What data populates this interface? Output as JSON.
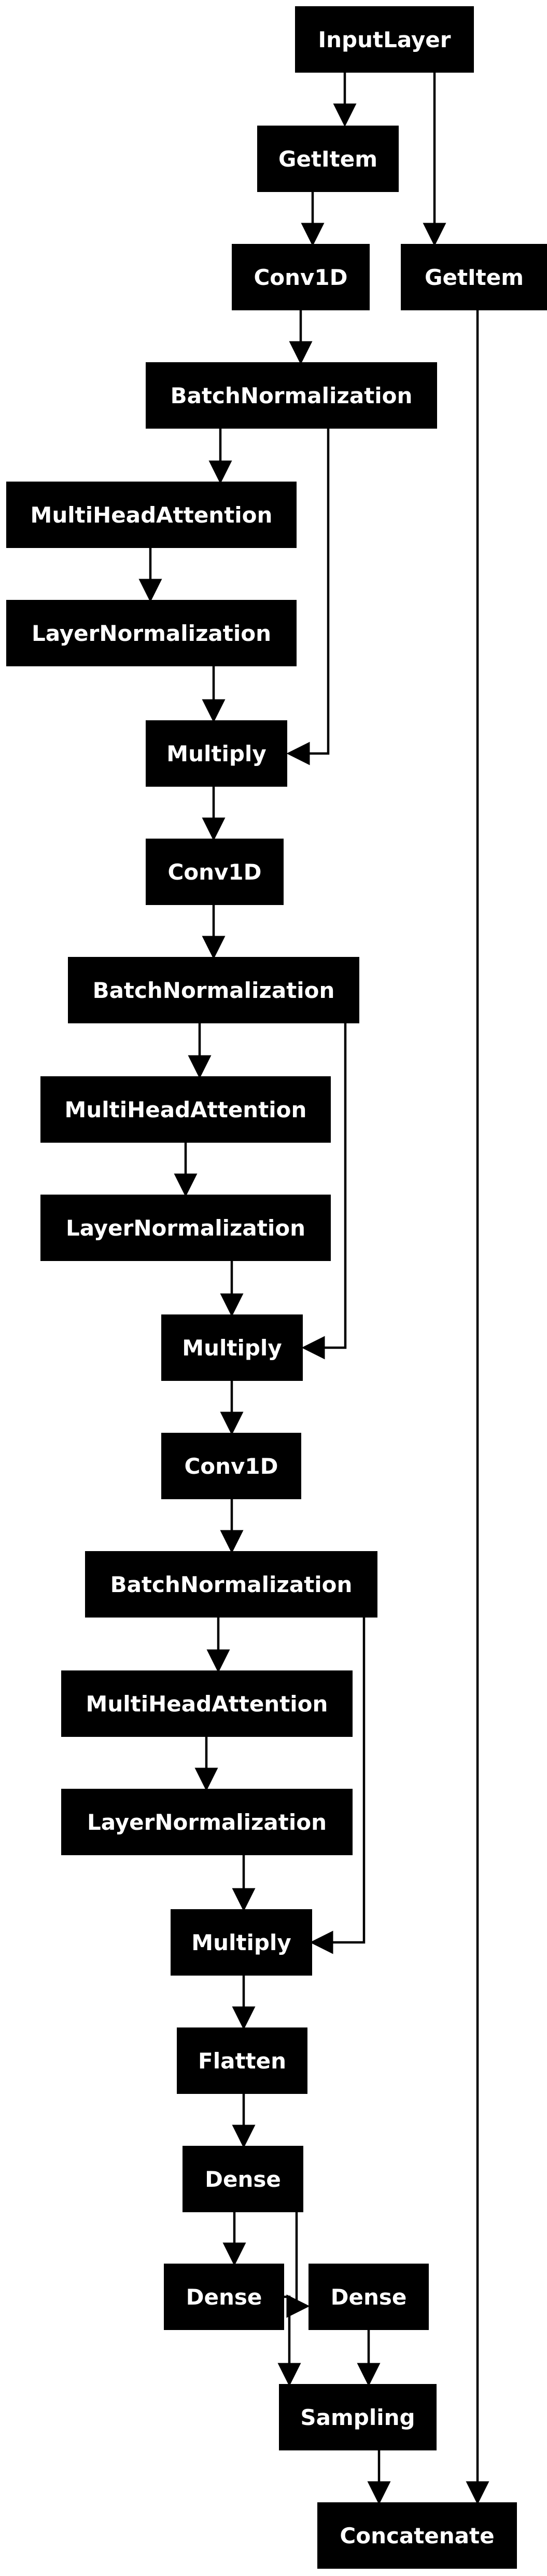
{
  "diagram": {
    "nodes": [
      {
        "id": "input",
        "label": "InputLayer"
      },
      {
        "id": "getitem1",
        "label": "GetItem"
      },
      {
        "id": "conv1",
        "label": "Conv1D"
      },
      {
        "id": "getitem2",
        "label": "GetItem"
      },
      {
        "id": "bn1",
        "label": "BatchNormalization"
      },
      {
        "id": "mha1",
        "label": "MultiHeadAttention"
      },
      {
        "id": "ln1",
        "label": "LayerNormalization"
      },
      {
        "id": "mul1",
        "label": "Multiply"
      },
      {
        "id": "conv2",
        "label": "Conv1D"
      },
      {
        "id": "bn2",
        "label": "BatchNormalization"
      },
      {
        "id": "mha2",
        "label": "MultiHeadAttention"
      },
      {
        "id": "ln2",
        "label": "LayerNormalization"
      },
      {
        "id": "mul2",
        "label": "Multiply"
      },
      {
        "id": "conv3",
        "label": "Conv1D"
      },
      {
        "id": "bn3",
        "label": "BatchNormalization"
      },
      {
        "id": "mha3",
        "label": "MultiHeadAttention"
      },
      {
        "id": "ln3",
        "label": "LayerNormalization"
      },
      {
        "id": "mul3",
        "label": "Multiply"
      },
      {
        "id": "flatten",
        "label": "Flatten"
      },
      {
        "id": "dense1",
        "label": "Dense"
      },
      {
        "id": "dense2",
        "label": "Dense"
      },
      {
        "id": "dense3",
        "label": "Dense"
      },
      {
        "id": "sampling",
        "label": "Sampling"
      },
      {
        "id": "concat",
        "label": "Concatenate"
      }
    ],
    "edges": [
      {
        "from": "input",
        "to": "getitem1"
      },
      {
        "from": "input",
        "to": "getitem2"
      },
      {
        "from": "getitem1",
        "to": "conv1"
      },
      {
        "from": "conv1",
        "to": "bn1"
      },
      {
        "from": "bn1",
        "to": "mha1"
      },
      {
        "from": "bn1",
        "to": "mul1"
      },
      {
        "from": "mha1",
        "to": "ln1"
      },
      {
        "from": "ln1",
        "to": "mul1"
      },
      {
        "from": "mul1",
        "to": "conv2"
      },
      {
        "from": "conv2",
        "to": "bn2"
      },
      {
        "from": "bn2",
        "to": "mha2"
      },
      {
        "from": "bn2",
        "to": "mul2"
      },
      {
        "from": "mha2",
        "to": "ln2"
      },
      {
        "from": "ln2",
        "to": "mul2"
      },
      {
        "from": "mul2",
        "to": "conv3"
      },
      {
        "from": "conv3",
        "to": "bn3"
      },
      {
        "from": "bn3",
        "to": "mha3"
      },
      {
        "from": "bn3",
        "to": "mul3"
      },
      {
        "from": "mha3",
        "to": "ln3"
      },
      {
        "from": "ln3",
        "to": "mul3"
      },
      {
        "from": "mul3",
        "to": "flatten"
      },
      {
        "from": "flatten",
        "to": "dense1"
      },
      {
        "from": "dense1",
        "to": "dense2"
      },
      {
        "from": "dense1",
        "to": "dense3"
      },
      {
        "from": "dense2",
        "to": "sampling"
      },
      {
        "from": "dense3",
        "to": "sampling"
      },
      {
        "from": "sampling",
        "to": "concat"
      },
      {
        "from": "getitem2",
        "to": "concat"
      }
    ]
  }
}
